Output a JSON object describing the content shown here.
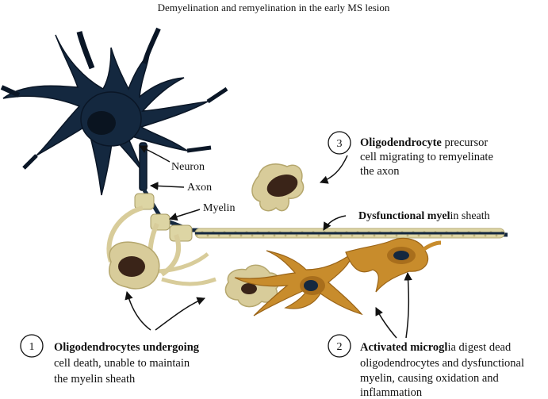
{
  "title": "Demyelination and remyelination in the early MS lesion",
  "labels": {
    "neuron": "Neuron",
    "axon": "Axon",
    "myelin": "Myelin",
    "dysfunctional_bold": "Dysfunctional",
    "dysfunctional_mid": " myel",
    "dysfunctional_rest": "in sheath"
  },
  "steps": [
    {
      "number": "1",
      "lines": [
        {
          "bold": "Oligodendrocytes undergoing",
          "rest": ""
        },
        {
          "bold": "",
          "rest": "cell death, unable to maintain"
        },
        {
          "bold": "",
          "rest": "the myelin sheath"
        }
      ]
    },
    {
      "number": "2",
      "lines": [
        {
          "bold": "Activated microgl",
          "rest": "ia digest dead"
        },
        {
          "bold": "",
          "rest": "oligodendrocytes and dysfunctional"
        },
        {
          "bold": "",
          "rest": "myelin, causing oxidation and"
        },
        {
          "bold": "",
          "rest": "inflammation"
        }
      ]
    },
    {
      "number": "3",
      "lines": [
        {
          "bold": "Oligodendrocyte",
          "rest": " precursor"
        },
        {
          "bold": "",
          "rest": "cell migrating to remyelinate"
        },
        {
          "bold": "",
          "rest": "the axon"
        }
      ]
    }
  ],
  "colors": {
    "neuron": "#14283f",
    "myelin": "#ddd5a4",
    "cell_body": "#d8cc9a",
    "nucleus": "#3a2418",
    "microglia": "#c88c2c",
    "microglia_dark": "#a86e1c"
  }
}
